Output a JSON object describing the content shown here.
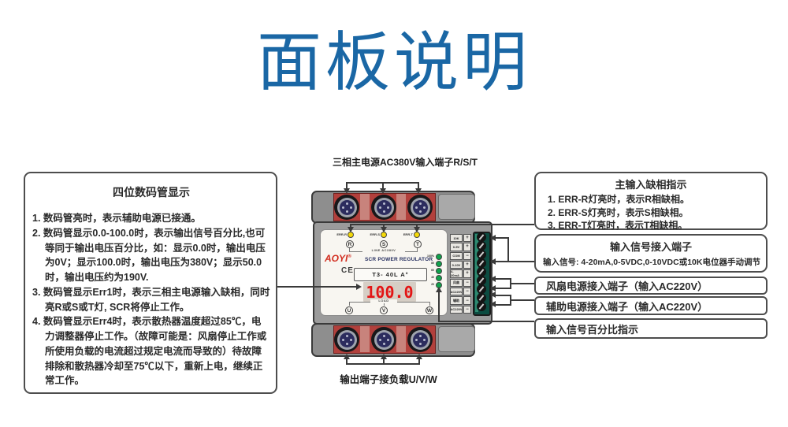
{
  "title": "面板说明",
  "colors": {
    "title_blue": "#1a67a5",
    "box_border": "#4d4d4d",
    "led_yellow": "#f4d908",
    "led_green": "#0fa24c",
    "digit_red": "#e31515",
    "terminal_red": "#b2403c",
    "strip_green": "#0c4c41",
    "brand_red": "#d22d1f"
  },
  "left_box": {
    "title": "四位数码管显示",
    "items": [
      "1. 数码管亮时，表示辅助电源已接通。",
      "2. 数码管显示0.0-100.0时，表示输出信号百分比,也可等同于输出电压百分比，如：显示0.0时，输出电压为0V；显示100.0时，输出电压为380V；显示50.0时，输出电压约为190V.",
      "3. 数码管显示Err1时，表示三相主电源输入缺相，同时亮R或S或T灯, SCR将停止工作。",
      "4. 数码管显示Err4时，表示散热器温度超过85℃，电力调整器停止工作。（故障可能是：风扇停止工作或所使用负载的电流超过规定电流而导致的）待故障排除和散热器冷却至75℃以下，重新上电，继续正常工作。"
    ]
  },
  "right_boxes": {
    "phase_loss": {
      "title": "主输入缺相指示",
      "items": [
        "1. ERR-R灯亮时，表示R相缺相。",
        "2. ERR-S灯亮时，表示S相缺相。",
        "3. ERR-T灯亮时，表示T相缺相。"
      ]
    },
    "input_signal": {
      "title": "输入信号接入端子",
      "desc": "输入信号: 4-20mA,0-5VDC,0-10VDC或10K电位器手动调节"
    },
    "fan_power": {
      "label": "风扇电源接入端子（输入AC220V）"
    },
    "aux_power": {
      "label": "辅助电源接入端子（输入AC220V）"
    },
    "signal_percent": {
      "label": "输入信号百分比指示"
    }
  },
  "device": {
    "top_label": "三相主电源AC380V输入端子R/S/T",
    "bottom_label": "输出端子接负载U/V/W",
    "brand": "AOYI",
    "reg_mark": "®",
    "product": "SCR POWER REGULATOR",
    "ce_mark": "CE",
    "model": "T3- 40L A°",
    "display_value": "100.0",
    "line_label": "LINE AC380V",
    "load_label": "LOAD",
    "err_leds": [
      {
        "label": "ERR-R",
        "phase": "R"
      },
      {
        "label": "ERR-S",
        "phase": "S"
      },
      {
        "label": "ERR-T",
        "phase": "T"
      }
    ],
    "load_phases": [
      "U",
      "V",
      "W"
    ],
    "percent_scale": [
      "100%",
      "80",
      "60",
      "40",
      "20"
    ],
    "terminals": [
      {
        "label": "10K",
        "sign": "+"
      },
      {
        "label": "0-5V",
        "sign": "+"
      },
      {
        "label": "COM",
        "sign": "−"
      },
      {
        "label": "0-10V",
        "sign": "+"
      },
      {
        "label": "4-20mA",
        "sign": "+"
      },
      {
        "label": "风扇",
        "sign": "−"
      },
      {
        "label": "AC220V",
        "sign": "−"
      },
      {
        "label": "辅助",
        "sign": "−"
      },
      {
        "label": "AC220V",
        "sign": "−"
      }
    ]
  }
}
